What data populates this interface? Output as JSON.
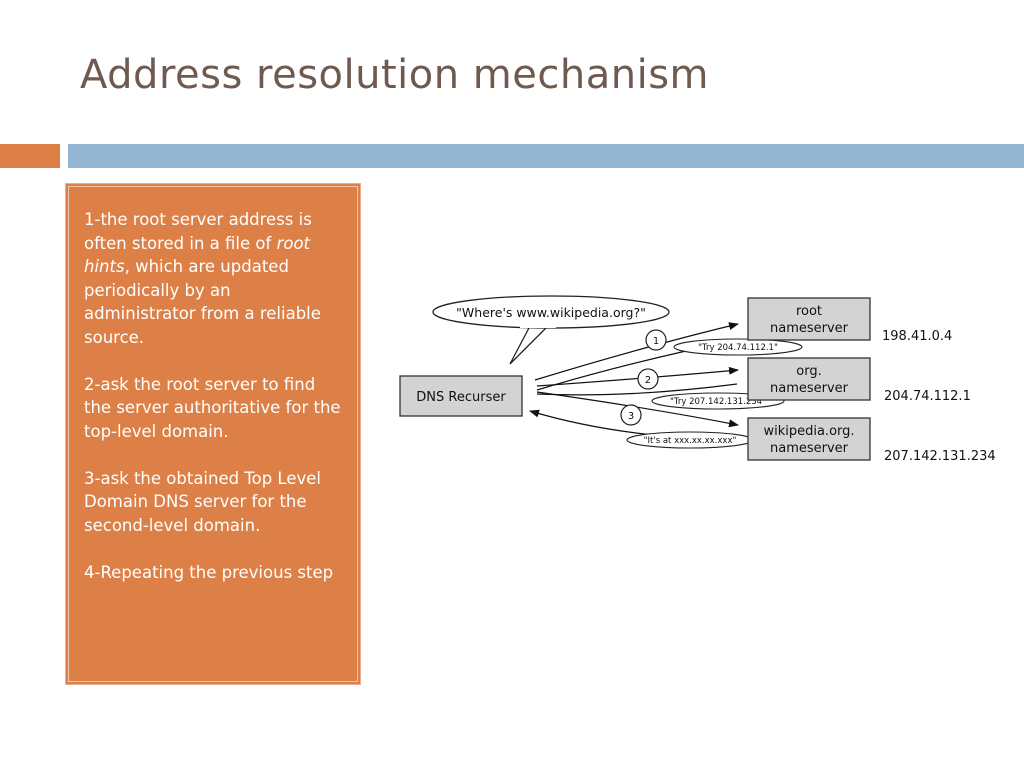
{
  "slide": {
    "title": "Address resolution mechanism"
  },
  "panel": {
    "step1_before": "1-the root server address is often stored in a file of ",
    "step1_emph": "root hints",
    "step1_after": ", which are updated periodically by an administrator from a reliable source.",
    "step2": "2-ask the root server to find the server authoritative for the top-level domain.",
    "step3": "3-ask the obtained Top Level Domain DNS server for the second-level domain.",
    "step4": "4-Repeating the previous step"
  },
  "diagram": {
    "question": "\"Where's www.wikipedia.org?\"",
    "recurser": "DNS Recurser",
    "servers": [
      {
        "line1": "root",
        "line2": "nameserver",
        "ip": "198.41.0.4"
      },
      {
        "line1": "org.",
        "line2": "nameserver",
        "ip": "204.74.112.1"
      },
      {
        "line1": "wikipedia.org.",
        "line2": "nameserver",
        "ip": "207.142.131.234"
      }
    ],
    "steps": [
      "1",
      "2",
      "3"
    ],
    "replies": [
      "\"Try 204.74.112.1\"",
      "\"Try 207.142.131.234\"",
      "\"It's at xxx.xx.xx.xxx\""
    ]
  },
  "colors": {
    "accent": "#dd8047",
    "bar": "#94b6d2",
    "title": "#6f5a4f",
    "box_fill": "#d3d3d3"
  }
}
